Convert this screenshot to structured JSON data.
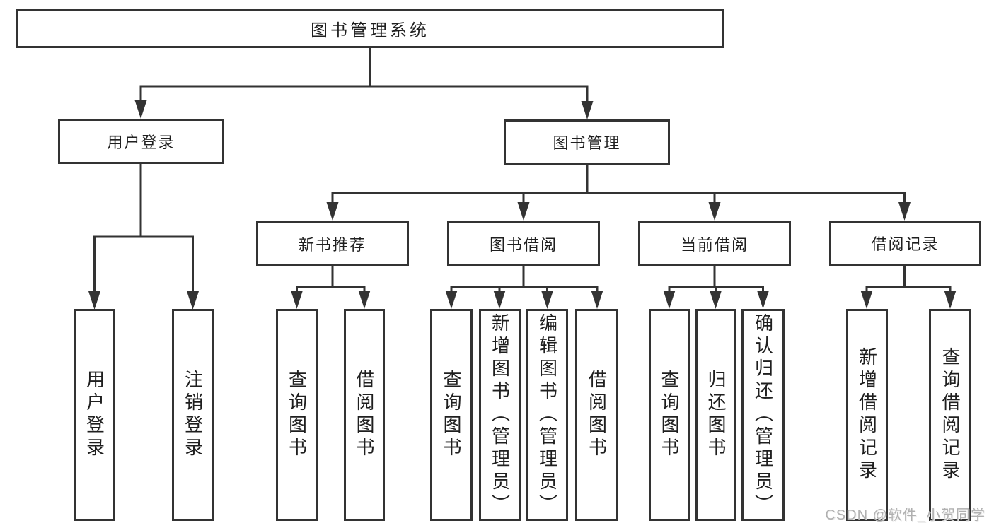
{
  "colors": {
    "border": "#333333",
    "text": "#1f1f1f",
    "bg": "#ffffff",
    "watermark": "#b0b0b0"
  },
  "tree": {
    "root": "图书管理系统",
    "branches": [
      {
        "label": "用户登录",
        "children": [
          {
            "label": "用户登录"
          },
          {
            "label": "注销登录"
          }
        ]
      },
      {
        "label": "图书管理",
        "children": [
          {
            "label": "新书推荐",
            "children": [
              {
                "label": "查询图书"
              },
              {
                "label": "借阅图书"
              }
            ]
          },
          {
            "label": "图书借阅",
            "children": [
              {
                "label": "查询图书"
              },
              {
                "label": "新增图书（管理员）"
              },
              {
                "label": "编辑图书（管理员）"
              },
              {
                "label": "借阅图书"
              }
            ]
          },
          {
            "label": "当前借阅",
            "children": [
              {
                "label": "查询图书"
              },
              {
                "label": "归还图书"
              },
              {
                "label": "确认归还（管理员）"
              }
            ]
          },
          {
            "label": "借阅记录",
            "children": [
              {
                "label": "新增借阅记录"
              },
              {
                "label": "查询借阅记录"
              }
            ]
          }
        ]
      }
    ]
  },
  "watermark": {
    "text": "CSDN @软件_小贺同学"
  }
}
